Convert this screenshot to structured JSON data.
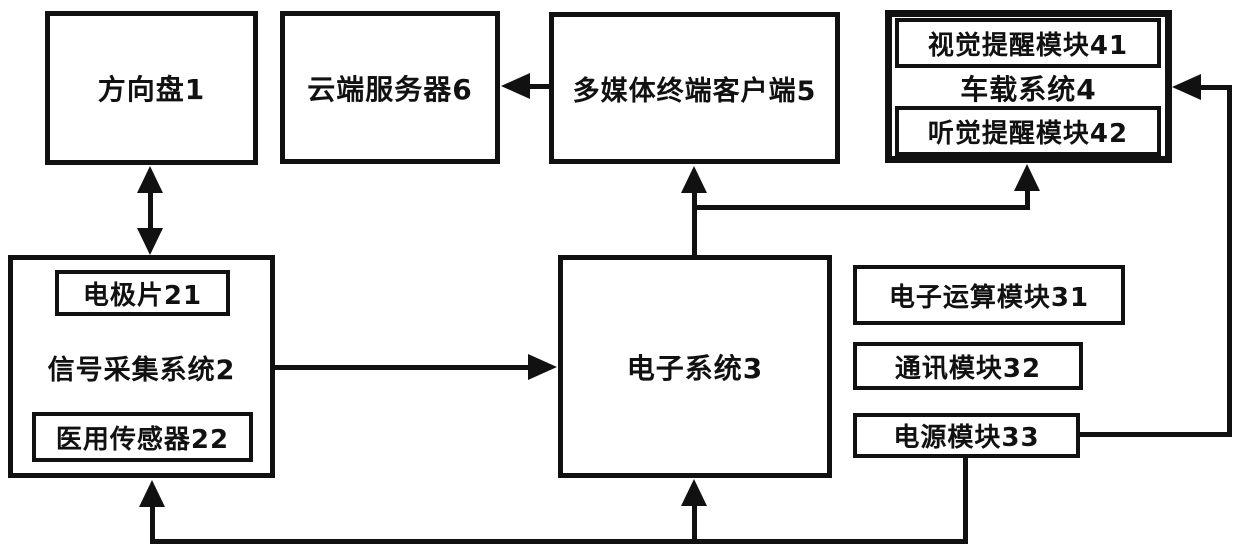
{
  "diagram": {
    "colors": {
      "line": "#111111",
      "background": "#ffffff"
    },
    "nodes": {
      "steering_wheel": {
        "label": "方向盘1"
      },
      "cloud_server": {
        "label": "云端服务器6"
      },
      "multimedia_client": {
        "label": "多媒体终端客户端5"
      },
      "vehicle_system": {
        "label": "车载系统4"
      },
      "visual_alert_module": {
        "label": "视觉提醒模块41"
      },
      "auditory_alert_module": {
        "label": "听觉提醒模块42"
      },
      "signal_collection_system": {
        "label": "信号采集系统2"
      },
      "electrode_pad": {
        "label": "电极片21"
      },
      "medical_sensor": {
        "label": "医用传感器22"
      },
      "electronic_system": {
        "label": "电子系统3"
      },
      "computing_module": {
        "label": "电子运算模块31"
      },
      "communication_module": {
        "label": "通讯模块32"
      },
      "power_module": {
        "label": "电源模块33"
      }
    },
    "edges": [
      {
        "from": "steering_wheel",
        "to": "signal_collection_system",
        "direction": "bidirectional"
      },
      {
        "from": "multimedia_client",
        "to": "cloud_server",
        "direction": "one-way"
      },
      {
        "from": "electronic_system",
        "to": "multimedia_client",
        "direction": "one-way"
      },
      {
        "from": "electronic_system",
        "to": "vehicle_system",
        "direction": "one-way"
      },
      {
        "from": "signal_collection_system",
        "to": "electronic_system",
        "direction": "one-way"
      },
      {
        "from": "power_module",
        "to": "vehicle_system",
        "direction": "one-way"
      },
      {
        "from": "power_module",
        "to": "electronic_system",
        "direction": "one-way"
      },
      {
        "from": "power_module",
        "to": "signal_collection_system",
        "direction": "one-way"
      }
    ]
  }
}
